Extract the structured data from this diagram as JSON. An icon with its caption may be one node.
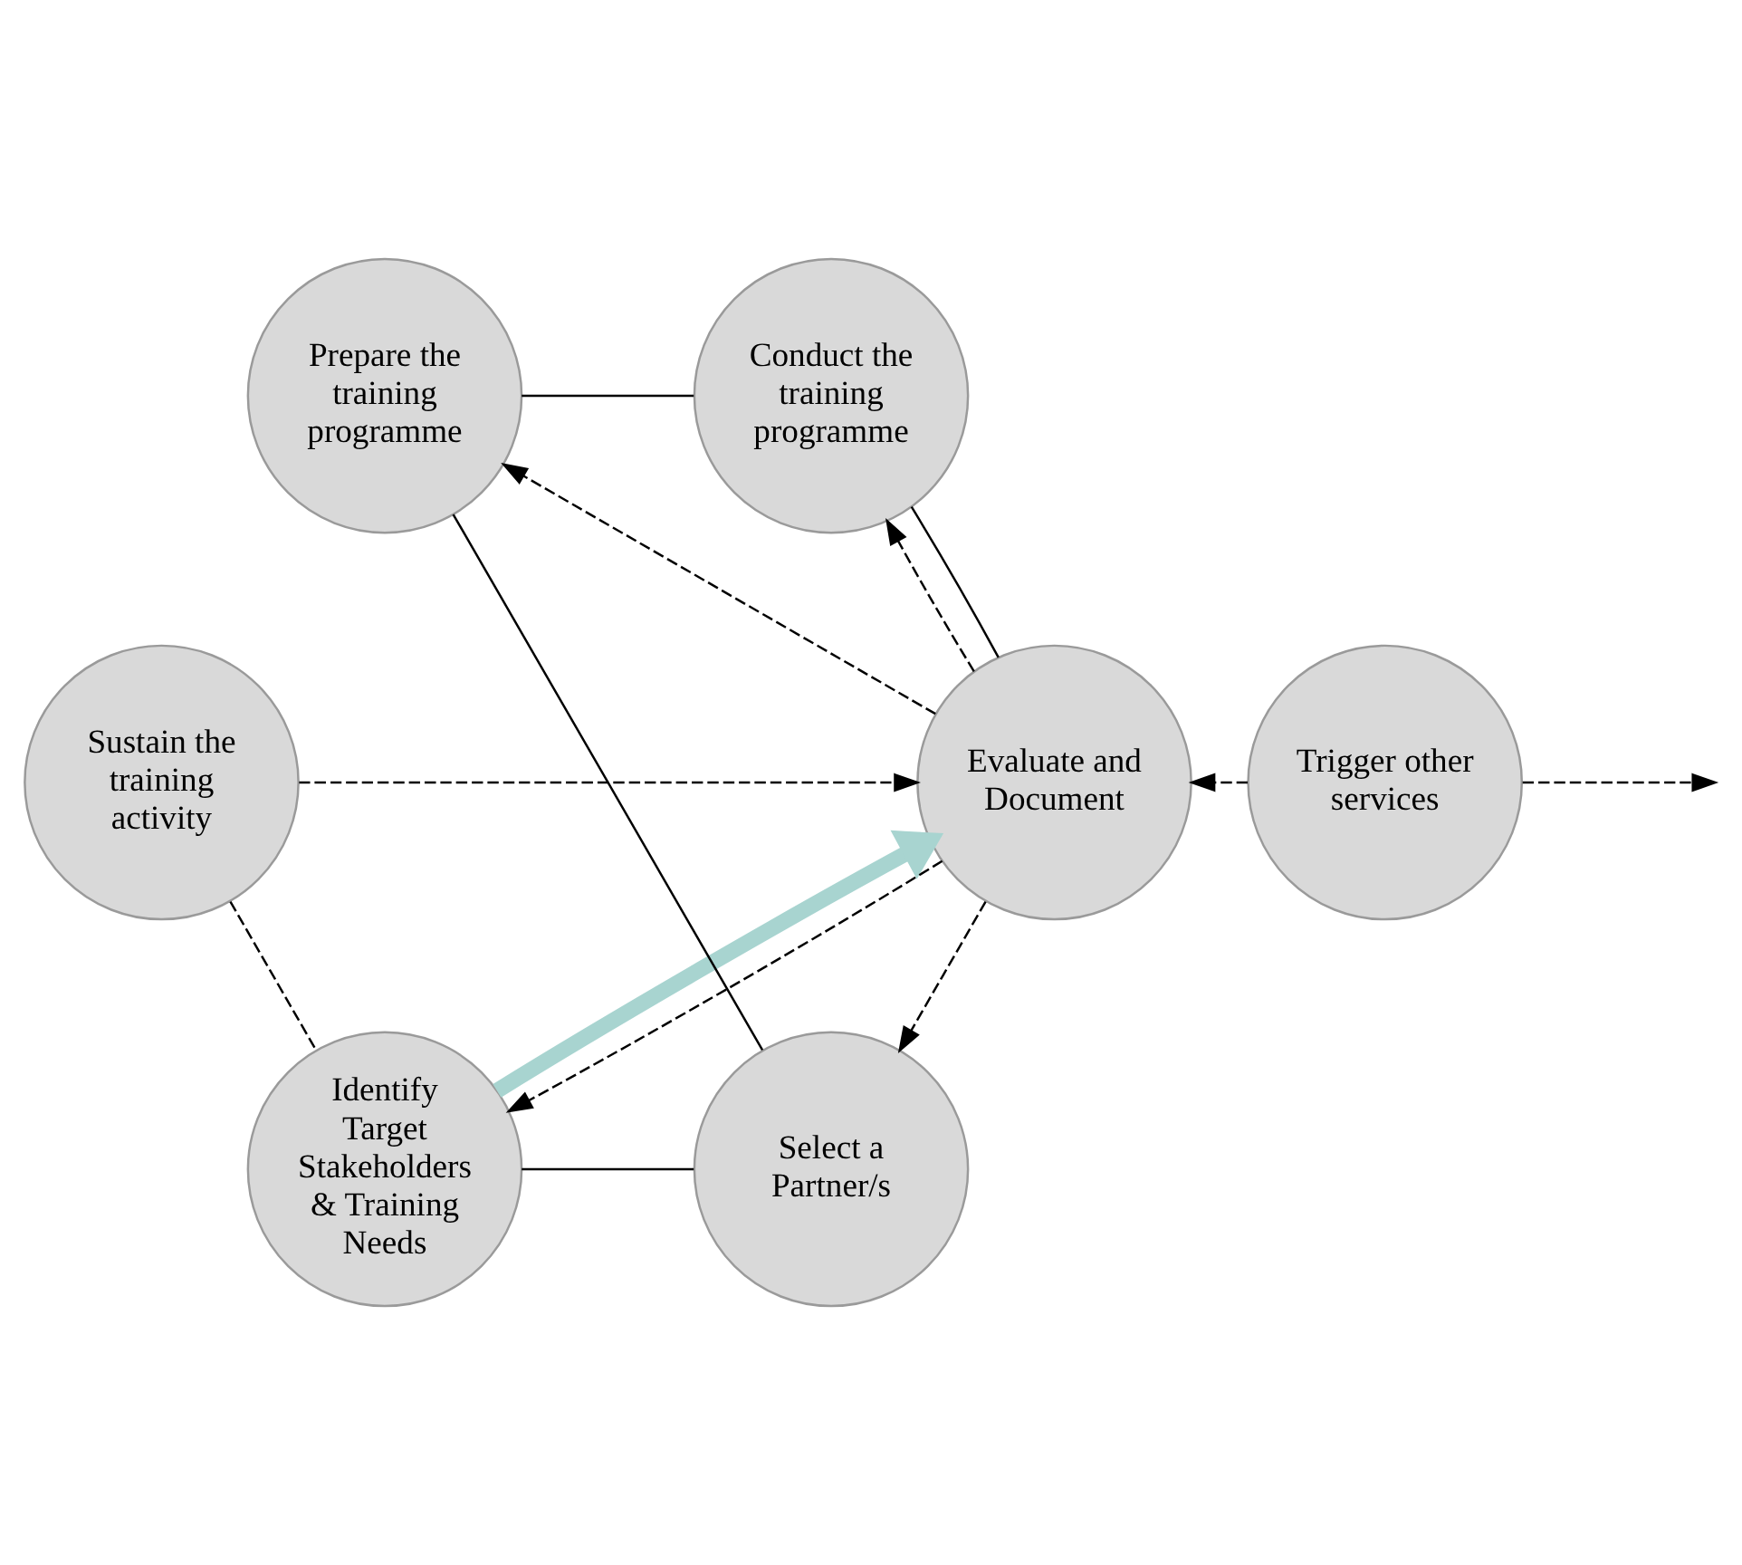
{
  "diagram": {
    "nodes": [
      {
        "text": [
          "Identify Target Stakeholders & Training Needs"
        ]
      },
      {
        "text": [
          "Select a Partner/s"
        ]
      },
      {
        "text": [
          "Prepare the training programme"
        ]
      },
      {
        "text": [
          "Conduct the training programme"
        ]
      },
      {
        "text": [
          "Evaluate and Document"
        ]
      },
      {
        "text": [
          "Sustain the training activity"
        ]
      },
      {
        "text": [
          "Trigger other services"
        ]
      }
    ],
    "edges": [
      {
        "from": 0,
        "to": 1,
        "arrow": "none"
      },
      {
        "from": 1,
        "to": 2,
        "arrow": "none"
      },
      {
        "from": 2,
        "to": 3,
        "arrow": "none"
      },
      {
        "from": 3,
        "to": 4,
        "arrow": "none"
      },
      {
        "from": 5,
        "to": 4,
        "arrow": "to",
        "style": "dashed"
      },
      {
        "from": 5,
        "to": 0,
        "arrow": "none",
        "style": "dashed"
      },
      {
        "from": 4,
        "to": 0,
        "arrow": "to",
        "style": "dashed"
      },
      {
        "from": 4,
        "to": 1,
        "arrow": "to",
        "style": "dashed"
      },
      {
        "from": 4,
        "to": 2,
        "arrow": "to",
        "style": "dashed"
      },
      {
        "from": 4,
        "to": 3,
        "arrow": "to",
        "style": "dashed"
      },
      {
        "from": 6,
        "to": 4,
        "arrow": "to",
        "style": "dashed"
      },
      {
        "from": 6,
        "to": null,
        "arrow": "to",
        "style": "dashed"
      },
      {
        "from": 0,
        "to": 4,
        "arrow": "to",
        "style": "thick",
        "color": "#a8d4d0"
      }
    ]
  }
}
